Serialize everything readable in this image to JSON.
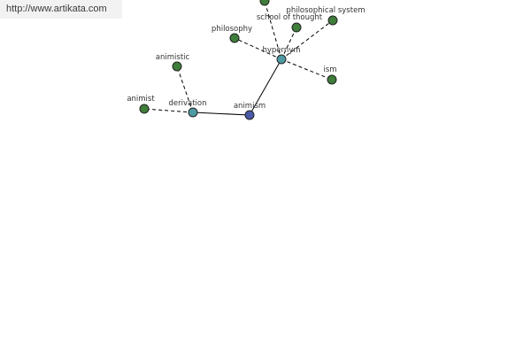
{
  "banner": {
    "url": "http://www.artikata.com"
  },
  "colors": {
    "center": "#4a5aa8",
    "relation": "#4e9aa3",
    "leaf": "#3f7d3a"
  },
  "graph": {
    "nodes": [
      {
        "id": "animism",
        "label": "animism",
        "kind": "center"
      },
      {
        "id": "hypernym",
        "label": "hypernym",
        "kind": "relation"
      },
      {
        "id": "derivation",
        "label": "derivation",
        "kind": "relation"
      },
      {
        "id": "animist",
        "label": "animist",
        "kind": "leaf"
      },
      {
        "id": "animistic",
        "label": "animistic",
        "kind": "leaf"
      },
      {
        "id": "philosophy",
        "label": "philosophy",
        "kind": "leaf"
      },
      {
        "id": "school_of_thought",
        "label": "school of thought",
        "kind": "leaf"
      },
      {
        "id": "philosophical_system",
        "label": "philosophical system",
        "kind": "leaf"
      },
      {
        "id": "ism",
        "label": "ism",
        "kind": "leaf"
      },
      {
        "id": "top_leaf",
        "label": "",
        "kind": "leaf"
      }
    ],
    "edges": [
      {
        "from": "animism",
        "to": "hypernym",
        "style": "solid"
      },
      {
        "from": "animism",
        "to": "derivation",
        "style": "solid"
      },
      {
        "from": "derivation",
        "to": "animist",
        "style": "dashed"
      },
      {
        "from": "derivation",
        "to": "animistic",
        "style": "dashed"
      },
      {
        "from": "hypernym",
        "to": "philosophy",
        "style": "dashed"
      },
      {
        "from": "hypernym",
        "to": "school_of_thought",
        "style": "dashed"
      },
      {
        "from": "hypernym",
        "to": "philosophical_system",
        "style": "dashed"
      },
      {
        "from": "hypernym",
        "to": "ism",
        "style": "dashed"
      },
      {
        "from": "hypernym",
        "to": "top_leaf",
        "style": "dashed"
      }
    ]
  }
}
